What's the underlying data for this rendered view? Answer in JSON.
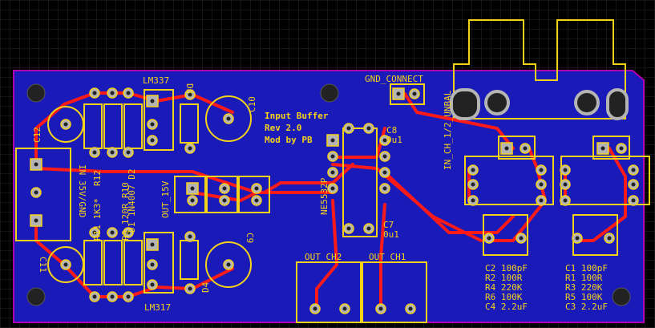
{
  "colors": {
    "background": "#000000",
    "grid": "#2a2a2a",
    "board": "#1a1ab8",
    "board_outline": "#b000b0",
    "trace": "#ff1a1a",
    "silk": "#f5d21a",
    "pad": "#b4b4b4",
    "hole": "#222222",
    "gnd": "#2a2a2a"
  },
  "board": {
    "regulators": {
      "top": "LM337",
      "bottom": "LM317"
    },
    "diodes": {
      "d1": "D1 1N4007 D2",
      "d3": "D3",
      "d4": "D4"
    },
    "resistor_labels": {
      "r12": "R12",
      "r11_1k3": "R11 1K3*",
      "r9_120r": "R9 120R R10"
    },
    "caps": {
      "c12": "C12",
      "c11": "C11",
      "c10": "C10",
      "c9": "C9",
      "c8": "C8",
      "c8_val": "0u1",
      "c7": "C7",
      "c7_val": "0u1"
    },
    "power_in": "IN 35V/GND",
    "out_15v": "OUT_15V",
    "title": {
      "line1": "Input Buffer",
      "line2": "Rev 2.0",
      "line3": "Mod by PB"
    },
    "ic": "NE5532P",
    "gnd_connect": "GND_CONNECT",
    "in_ch": "IN_CH_1/2_UNBAL",
    "out_ch2": "OUT_CH2",
    "out_ch1": "OUT_CH1",
    "bom_left": [
      "C2 100pF",
      "R2 100R",
      "R4 220K",
      "R6 100K",
      "C4 2.2uF"
    ],
    "bom_right": [
      "C1 100pF",
      "R1 100R",
      "R3 220K",
      "R5 100K",
      "C3 2.2uF"
    ]
  }
}
